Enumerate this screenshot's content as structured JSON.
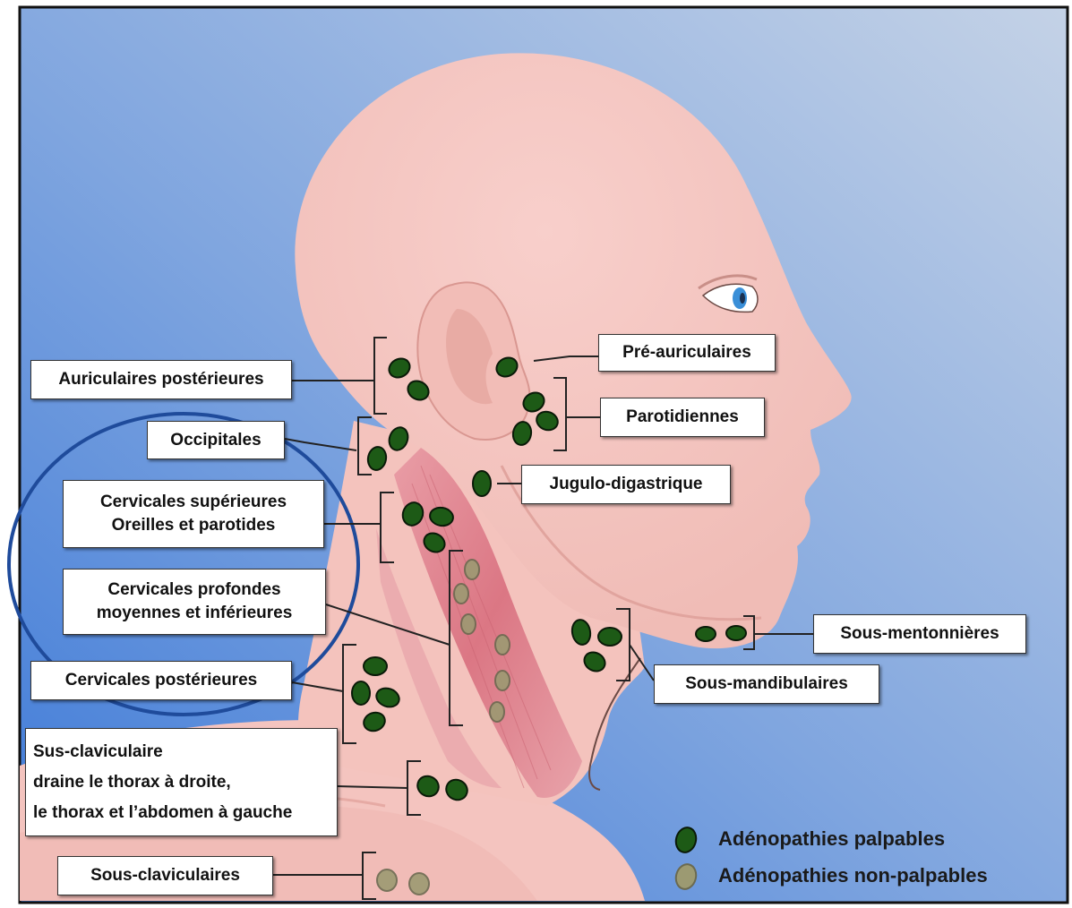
{
  "colors": {
    "background_top": "#c4d2e6",
    "background_bottom": "#3e7ad8",
    "skin": "#f6c8c3",
    "skin_shadow": "#ebb0ab",
    "muscle": "#dc7f8c",
    "node_palpable": "#1d5a16",
    "node_non_palpable": "#9c9a72",
    "circle": "#1f4b9b",
    "iris": "#3a8fd8"
  },
  "labels": {
    "pre_auriculaires": "Pré-auriculaires",
    "auriculaires_posterieures": "Auriculaires postérieures",
    "parotidiennes": "Parotidiennes",
    "occipitales": "Occipitales",
    "jugulo_digastrique": "Jugulo-digastrique",
    "cervicales_superieures_1": "Cervicales supérieures",
    "cervicales_superieures_2": "Oreilles et parotides",
    "cervicales_profondes_1": "Cervicales profondes",
    "cervicales_profondes_2": "moyennes et inférieures",
    "sous_mentonnieres": "Sous-mentonnières",
    "sous_mandibulaires": "Sous-mandibulaires",
    "cervicales_posterieures": "Cervicales postérieures",
    "sus_claviculaire_1": "Sus-claviculaire",
    "sus_claviculaire_2": "draine le thorax à droite,",
    "sus_claviculaire_3": "le thorax et l’abdomen à gauche",
    "sous_claviculaires": "Sous-claviculaires"
  },
  "legend": {
    "palpable": "Adénopathies palpables",
    "non_palpable": "Adénopathies non-palpables",
    "palpable_icon": "node-palpable-icon",
    "non_palpable_icon": "node-non-palpable-icon"
  }
}
